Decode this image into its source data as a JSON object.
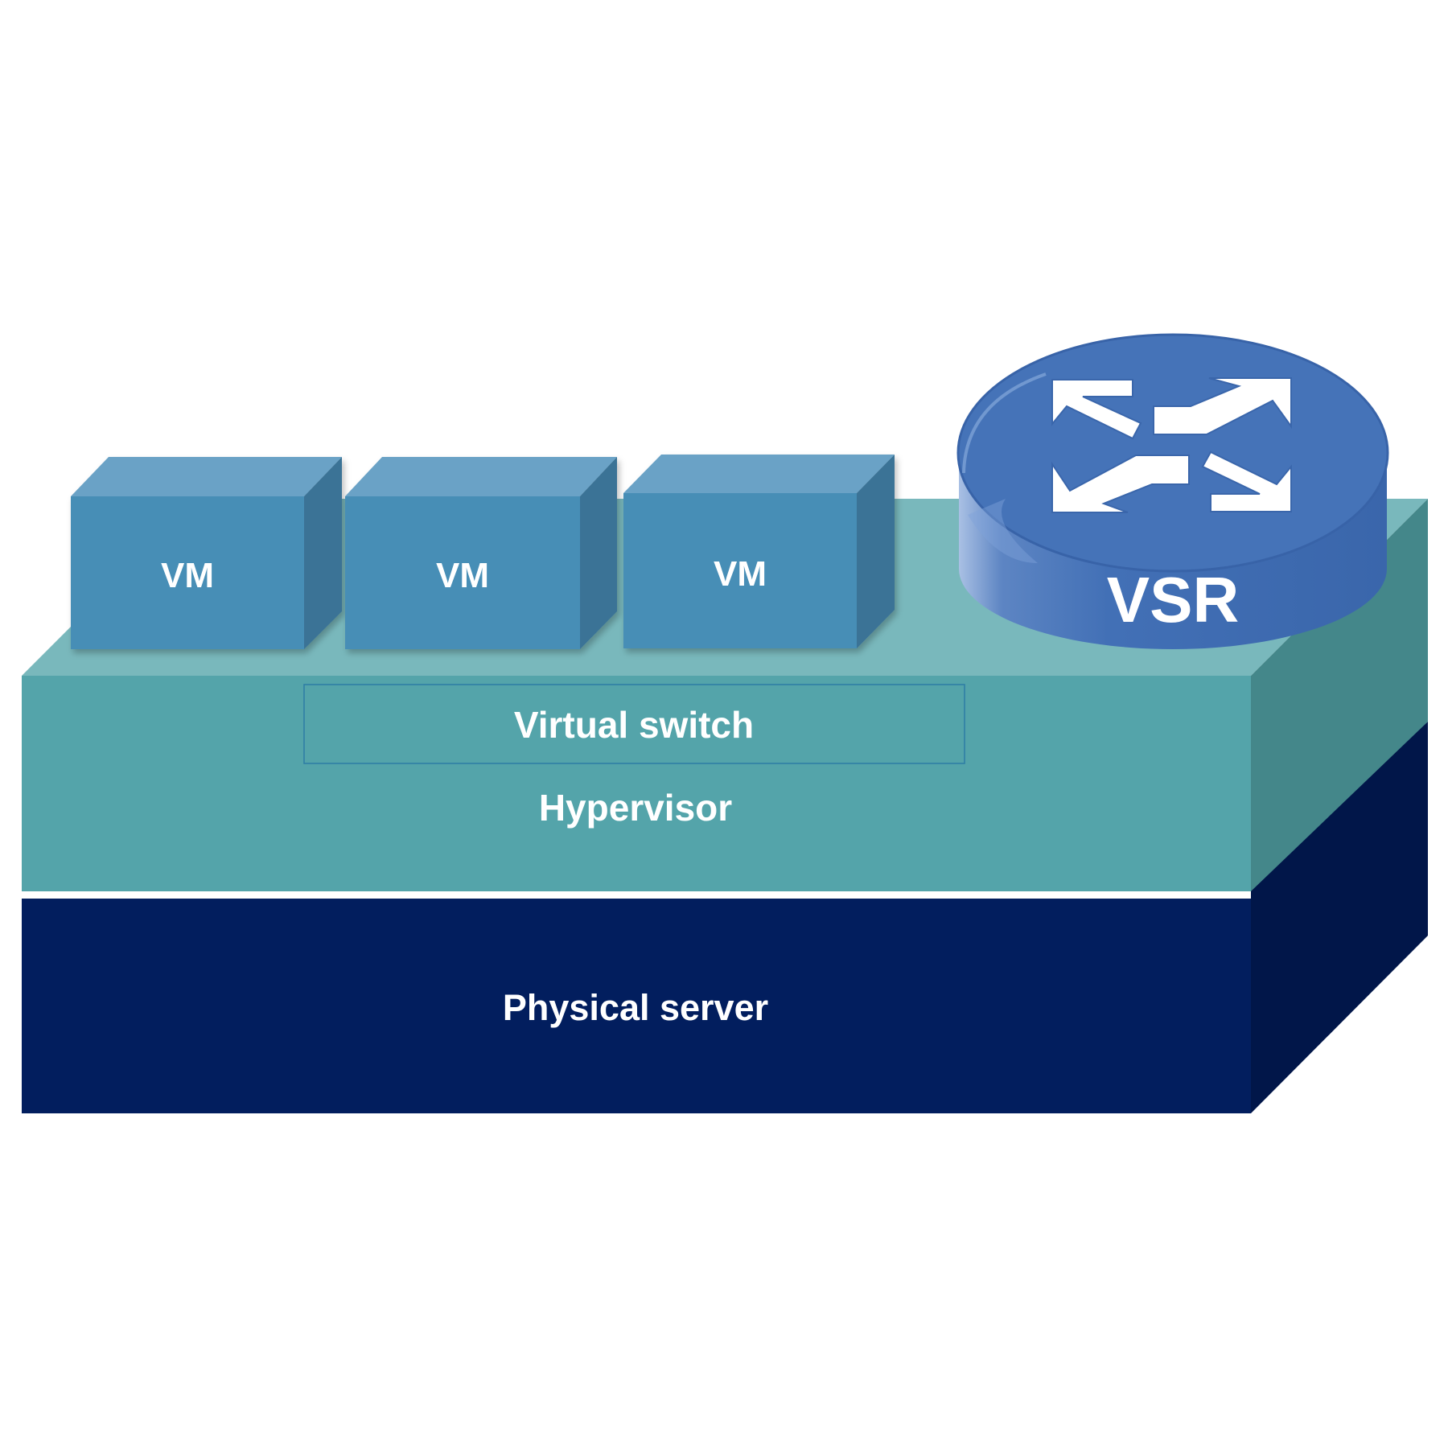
{
  "layers": {
    "physical_server": {
      "label": "Physical server"
    },
    "hypervisor": {
      "label": "Hypervisor"
    },
    "virtual_switch": {
      "label": "Virtual switch"
    }
  },
  "vms": [
    {
      "label": "VM"
    },
    {
      "label": "VM"
    },
    {
      "label": "VM"
    }
  ],
  "router": {
    "label": "VSR",
    "icon": "router-arrows-icon"
  },
  "colors": {
    "physical_front": "#021e5e",
    "physical_side": "#011649",
    "physical_top": "#2b4a86",
    "hypervisor_front": "#54a4aa",
    "hypervisor_top": "#79b8bc",
    "hypervisor_side": "#44878a",
    "vm_front": "#478eb6",
    "vm_top": "#6aa2c6",
    "vm_side": "#3a7396",
    "router_body": "#4573b8",
    "router_side": "#3e6aae",
    "router_edge": "#325fa3"
  }
}
